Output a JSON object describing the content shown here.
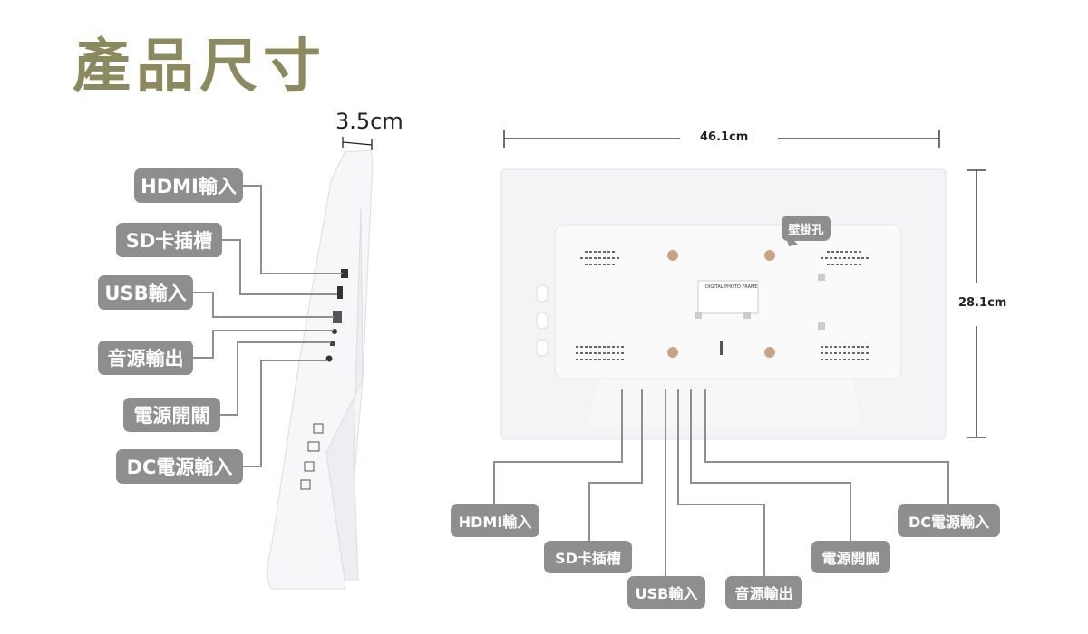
{
  "title": "產品尺寸",
  "dimensions": {
    "depth": "3.5cm",
    "width": "46.1cm",
    "height": "28.1cm"
  },
  "wall_mount_label": "壁掛孔",
  "device_label": "DIGITAL PHOTO FRAME",
  "side_view_ports": [
    "HDMI輸入",
    "SD卡插槽",
    "USB輸入",
    "音源輸出",
    "電源開關",
    "DC電源輸入"
  ],
  "back_view_ports": [
    "HDMI輸入",
    "SD卡插槽",
    "USB輸入",
    "音源輸出",
    "電源開關",
    "DC電源輸入"
  ]
}
